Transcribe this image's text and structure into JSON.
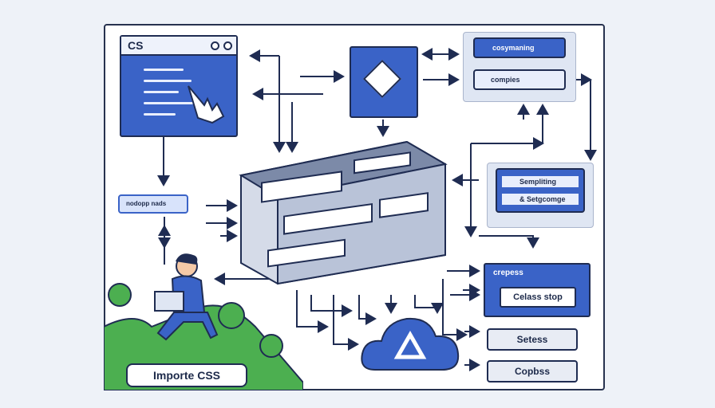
{
  "window": {
    "title": "CS"
  },
  "tag_node": {
    "label": "nodopp nads"
  },
  "top_right": {
    "item1": "cosymaning",
    "item2": "compies"
  },
  "mid_right": {
    "item1": "Sempliting",
    "item2": "& Setgcomge"
  },
  "panel_cro": {
    "title": "crepess",
    "button": "Celass stop"
  },
  "button_setess": {
    "label": "Setess"
  },
  "button_copbss": {
    "label": "Copbss"
  },
  "bottom_badge": {
    "label": "Importe CSS"
  },
  "colors": {
    "accent": "#3a63c7",
    "outline": "#1f2c52",
    "green": "#4caf50"
  }
}
